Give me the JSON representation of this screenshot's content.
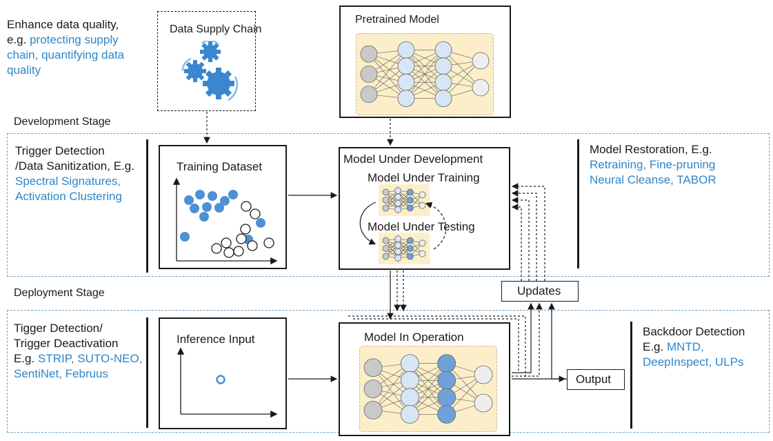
{
  "top_left_note": {
    "line1": "Enhance data quality,",
    "line2_prefix": "e.g. ",
    "line2_blue": "protecting supply",
    "line3_blue": "chain, quantifying data",
    "line4_blue": "quality"
  },
  "boxes": {
    "data_supply_chain": "Data Supply Chain",
    "pretrained_model": "Pretrained Model",
    "training_dataset": "Training Dataset",
    "model_under_development": "Model Under Development",
    "model_under_training": "Model Under Training",
    "model_under_testing": "Model Under Testing",
    "inference_input": "Inference Input",
    "model_in_operation": "Model In Operation",
    "updates": "Updates",
    "output": "Output"
  },
  "stages": {
    "development": "Development Stage",
    "deployment": "Deployment Stage"
  },
  "dev_left": {
    "line1": "Trigger Detection",
    "line2": "/Data Sanitization, E.g.",
    "line3_blue": "Spectral Signatures,",
    "line4_blue": "Activation Clustering"
  },
  "dev_right": {
    "line1": "Model Restoration, E.g.",
    "line2_blue": "Retraining, Fine-pruning",
    "line3_blue": "Neural Cleanse, TABOR"
  },
  "dep_left": {
    "line1": "Tigger Detection/",
    "line2": "Trigger Deactivation",
    "line3_prefix": "E.g. ",
    "line3_blue": "STRIP, SUTO-NEO,",
    "line4_blue": "SentiNet, Februus"
  },
  "dep_right": {
    "line1": "Backdoor Detection",
    "line2_prefix": "E.g. ",
    "line2_blue": "MNTD,",
    "line3_blue": "DeepInspect, ULPs"
  },
  "colors": {
    "accent_blue": "#2e86c8",
    "node_blue": "#6fa1d8",
    "node_light_blue": "#d6e6f5",
    "node_gray": "#c9c9c9",
    "panel_yellow": "#fbeec8",
    "stage_border": "#6a9fc7"
  },
  "icons": [
    "gear-icon",
    "neural-network-icon",
    "scatter-plot-icon"
  ]
}
